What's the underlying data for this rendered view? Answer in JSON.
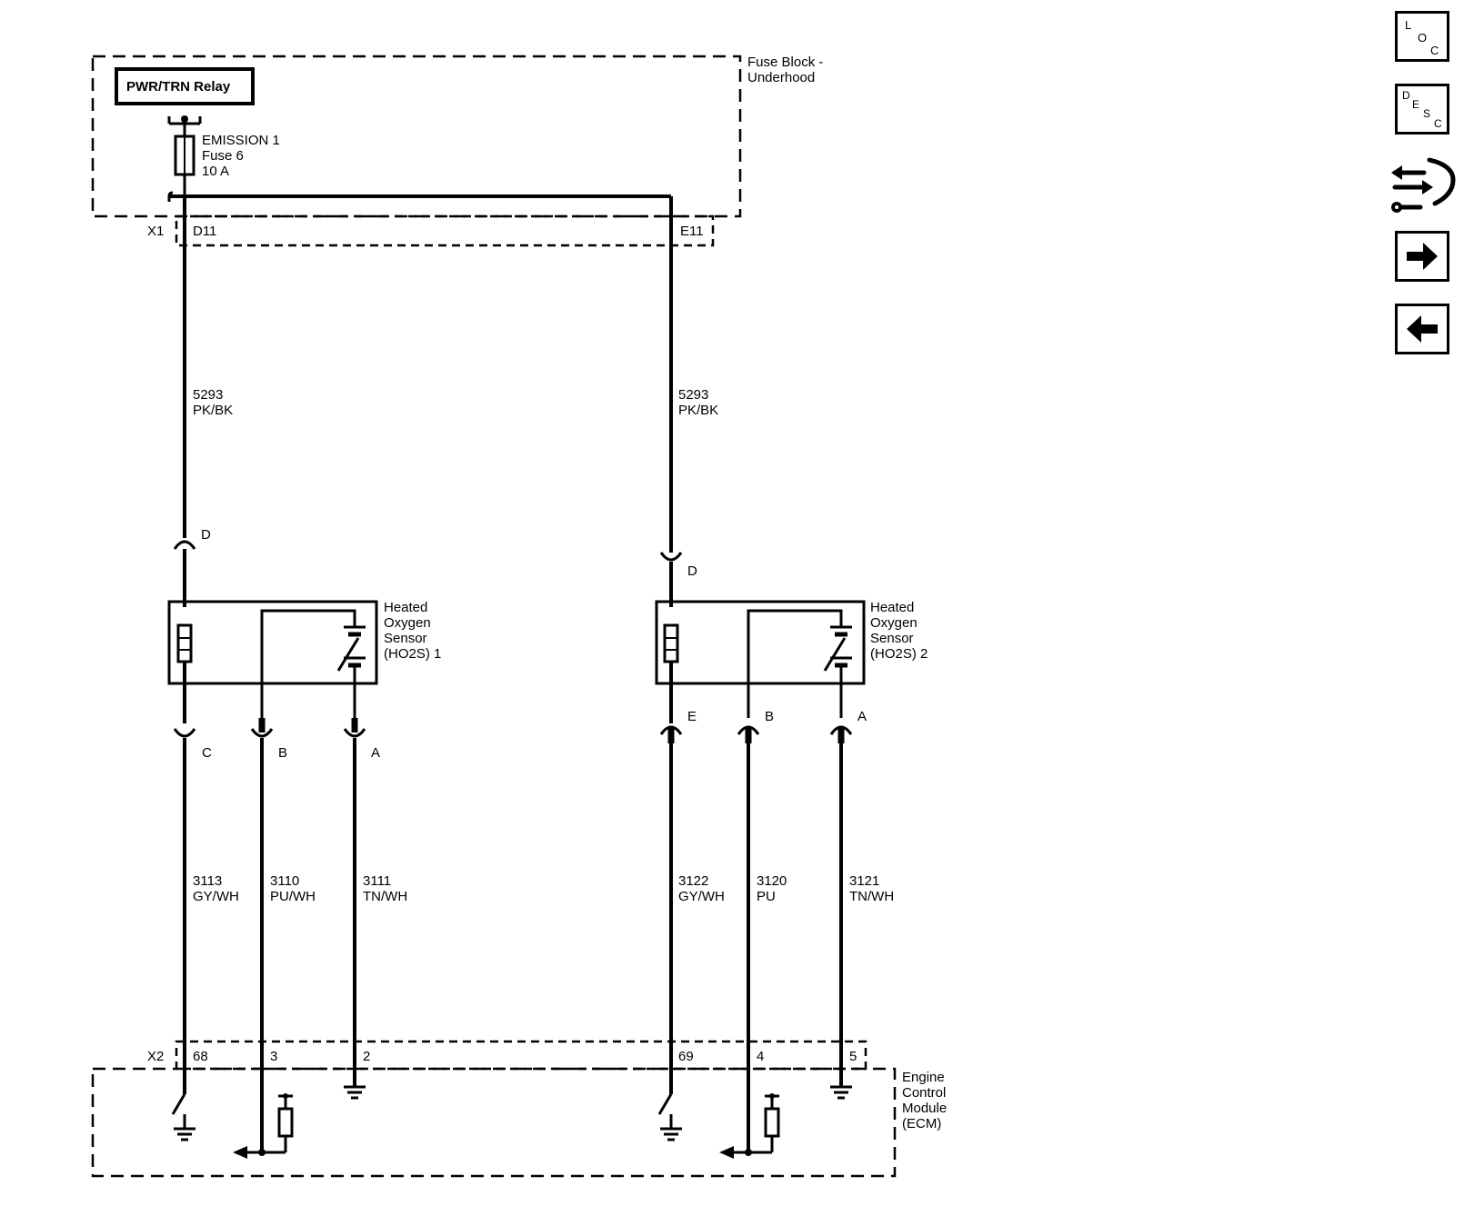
{
  "fuse_block": {
    "title_line1": "Fuse Block -",
    "title_line2": "Underhood",
    "relay_label": "PWR/TRN Relay",
    "fuse_name": "EMISSION 1",
    "fuse_number": "Fuse 6",
    "fuse_rating": "10 A",
    "connector": "X1",
    "pin_left": "D11",
    "pin_right": "E11"
  },
  "feed_wires": [
    {
      "circuit": "5293",
      "color": "PK/BK"
    },
    {
      "circuit": "5293",
      "color": "PK/BK"
    }
  ],
  "sensors": [
    {
      "name_lines": [
        "Heated",
        "Oxygen",
        "Sensor",
        "(HO2S) 1"
      ],
      "top_pin": "D",
      "pins": [
        "C",
        "B",
        "A"
      ],
      "wires": [
        {
          "circuit": "3113",
          "color": "GY/WH"
        },
        {
          "circuit": "3110",
          "color": "PU/WH"
        },
        {
          "circuit": "3111",
          "color": "TN/WH"
        }
      ]
    },
    {
      "name_lines": [
        "Heated",
        "Oxygen",
        "Sensor",
        "(HO2S) 2"
      ],
      "top_pin": "D",
      "pins": [
        "E",
        "B",
        "A"
      ],
      "wires": [
        {
          "circuit": "3122",
          "color": "GY/WH"
        },
        {
          "circuit": "3120",
          "color": "PU"
        },
        {
          "circuit": "3121",
          "color": "TN/WH"
        }
      ]
    }
  ],
  "ecm": {
    "name_lines": [
      "Engine",
      "Control",
      "Module",
      "(ECM)"
    ],
    "connector": "X2",
    "pins": [
      "68",
      "3",
      "2",
      "69",
      "4",
      "5"
    ]
  },
  "nav": {
    "loc": {
      "l1": "L",
      "l2": "O",
      "l3": "C"
    },
    "desc": {
      "l1": "D",
      "l2": "E",
      "l3": "S",
      "l4": "C"
    },
    "tool_icon": "wrench-arrows-icon",
    "next_icon": "arrow-right-icon",
    "back_icon": "arrow-left-icon"
  }
}
